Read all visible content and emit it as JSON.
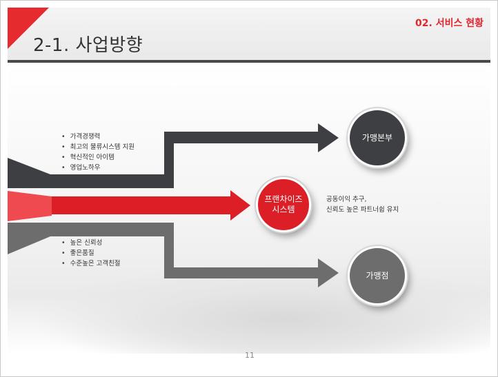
{
  "header": {
    "section_label": "02. 서비스 현황",
    "title": "2-1. 사업방향"
  },
  "diagram": {
    "top_bullets": [
      "가격경쟁력",
      "최고의 물류시스템 지원",
      "혁신적인 아이템",
      "영업노하우"
    ],
    "bottom_bullets": [
      "높은 신뢰성",
      "좋은품질",
      "수준높은 고객친절"
    ],
    "center_circle": {
      "line1": "프랜차이즈",
      "line2": "시스템"
    },
    "top_circle_label": "가맹본부",
    "bottom_circle_label": "가맹점",
    "center_note": [
      "공동이익 추구,",
      "신뢰도 높은 파트너쉽 유지"
    ]
  },
  "colors": {
    "accent_red": "#e3262d",
    "dark_gray": "#3d3f42",
    "mid_gray": "#6d6d6d"
  },
  "footer": {
    "page_number": "11"
  }
}
